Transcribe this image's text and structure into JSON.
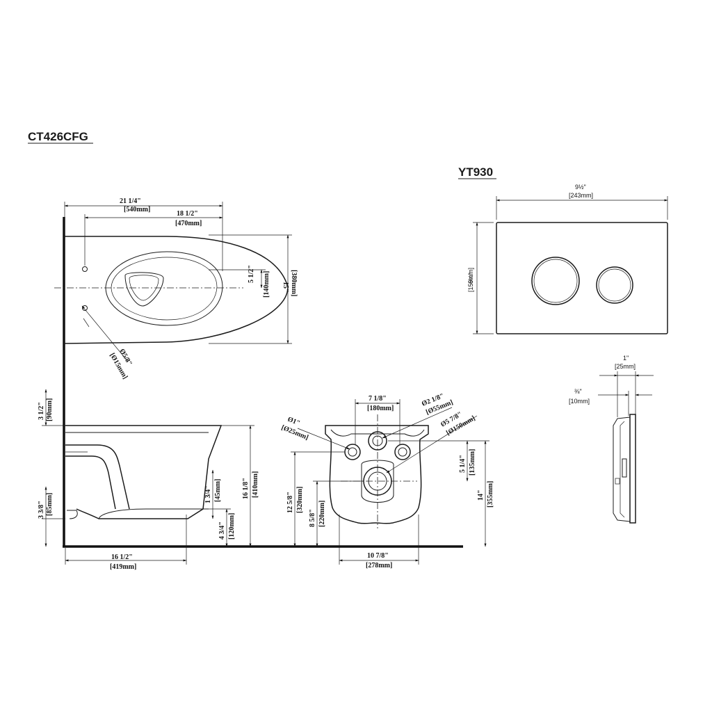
{
  "titles": {
    "bowl_model": "CT426CFG",
    "plate_model": "YT930"
  },
  "dims": {
    "top_overall_w": "21 1/4\"",
    "top_overall_w_mm": "[540mm]",
    "top_bowl_w": "18 1/2\"",
    "top_bowl_w_mm": "[470mm]",
    "top_height": "15\"",
    "top_height_mm": "[380mm]",
    "top_half": "5 1/2\"",
    "top_half_mm": "[140mm]",
    "top_hole": "Ø5/8\"",
    "top_hole_mm": "[Ø15mm]",
    "side_top": "3 1/2\"",
    "side_top_mm": "[90mm]",
    "side_bottom": "3 3/8\"",
    "side_bottom_mm": "[85mm]",
    "side_bot1": "1 3/4\"",
    "side_bot1_mm": "[45mm]",
    "side_bot2": "4 3/4\"",
    "side_bot2_mm": "[120mm]",
    "side_height": "16 1/8\"",
    "side_height_mm": "[410mm]",
    "side_depth": "16 1/2\"",
    "side_depth_mm": "[419mm]",
    "rear_bolt": "7 1/8\"",
    "rear_bolt_mm": "[180mm]",
    "rear_d1": "Ø1\"",
    "rear_d1_mm": "[Ø25mm]",
    "rear_d2": "Ø2 1/8\"",
    "rear_d2_mm": "[Ø55mm]",
    "rear_d3": "Ø5 7/8\"",
    "rear_d3_mm": "[Ø150mm]",
    "rear_h1": "12 5/8\"",
    "rear_h1_mm": "[320mm]",
    "rear_h2": "8 5/8\"",
    "rear_h2_mm": "[220mm]",
    "rear_r1": "5 1/4\"",
    "rear_r1_mm": "[135mm]",
    "rear_r2": "14\"",
    "rear_r2_mm": "[355mm]",
    "rear_w": "10 7/8\"",
    "rear_w_mm": "[278mm]",
    "plate_w": "9½\"",
    "plate_w_mm": "[243mm]",
    "plate_h": "6¼\"",
    "plate_h_mm": "[159mm]",
    "plate_d": "1\"",
    "plate_d_mm": "[25mm]",
    "plate_t": "⅜\"",
    "plate_t_mm": "[10mm]"
  }
}
